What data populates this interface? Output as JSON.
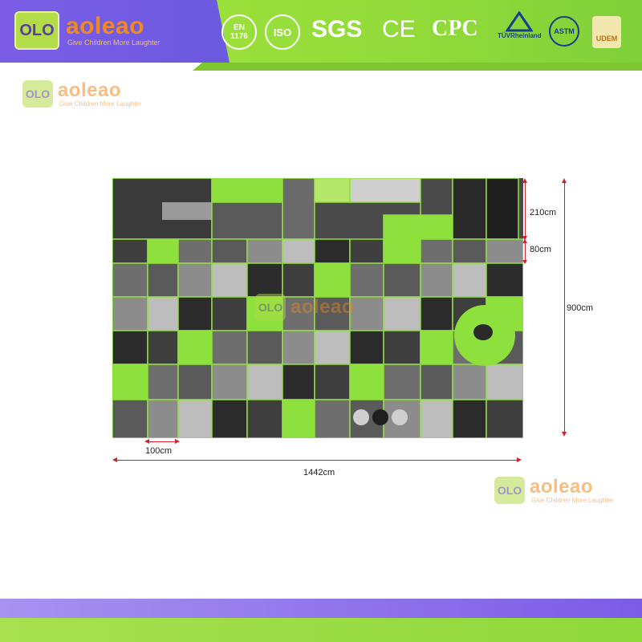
{
  "brand": {
    "logo_mark": "OLO",
    "name": "aoleao",
    "tagline": "Give Children More Laughter"
  },
  "certifications": [
    {
      "label": "EN 1176",
      "icon": "en1176-icon"
    },
    {
      "label": "ISO",
      "icon": "iso-icon"
    },
    {
      "label": "SGS",
      "icon": "sgs-icon"
    },
    {
      "label": "CE",
      "icon": "ce-icon"
    },
    {
      "label": "CPC",
      "icon": "cpc-icon"
    },
    {
      "label": "TÜVRheinland",
      "icon": "tuv-icon"
    },
    {
      "label": "ASTM",
      "icon": "astm-icon"
    },
    {
      "label": "UDEM",
      "icon": "udem-icon"
    }
  ],
  "dimensions": {
    "total_width": "1442cm",
    "total_height": "900cm",
    "section_top": "210cm",
    "section_mid": "80cm",
    "module_width": "100cm"
  },
  "colors": {
    "accent_green": "#8ee03c",
    "dark_gray": "#3e3e3e",
    "dimension_red": "#d2202f",
    "banner_purple": "#7b5ce6"
  }
}
